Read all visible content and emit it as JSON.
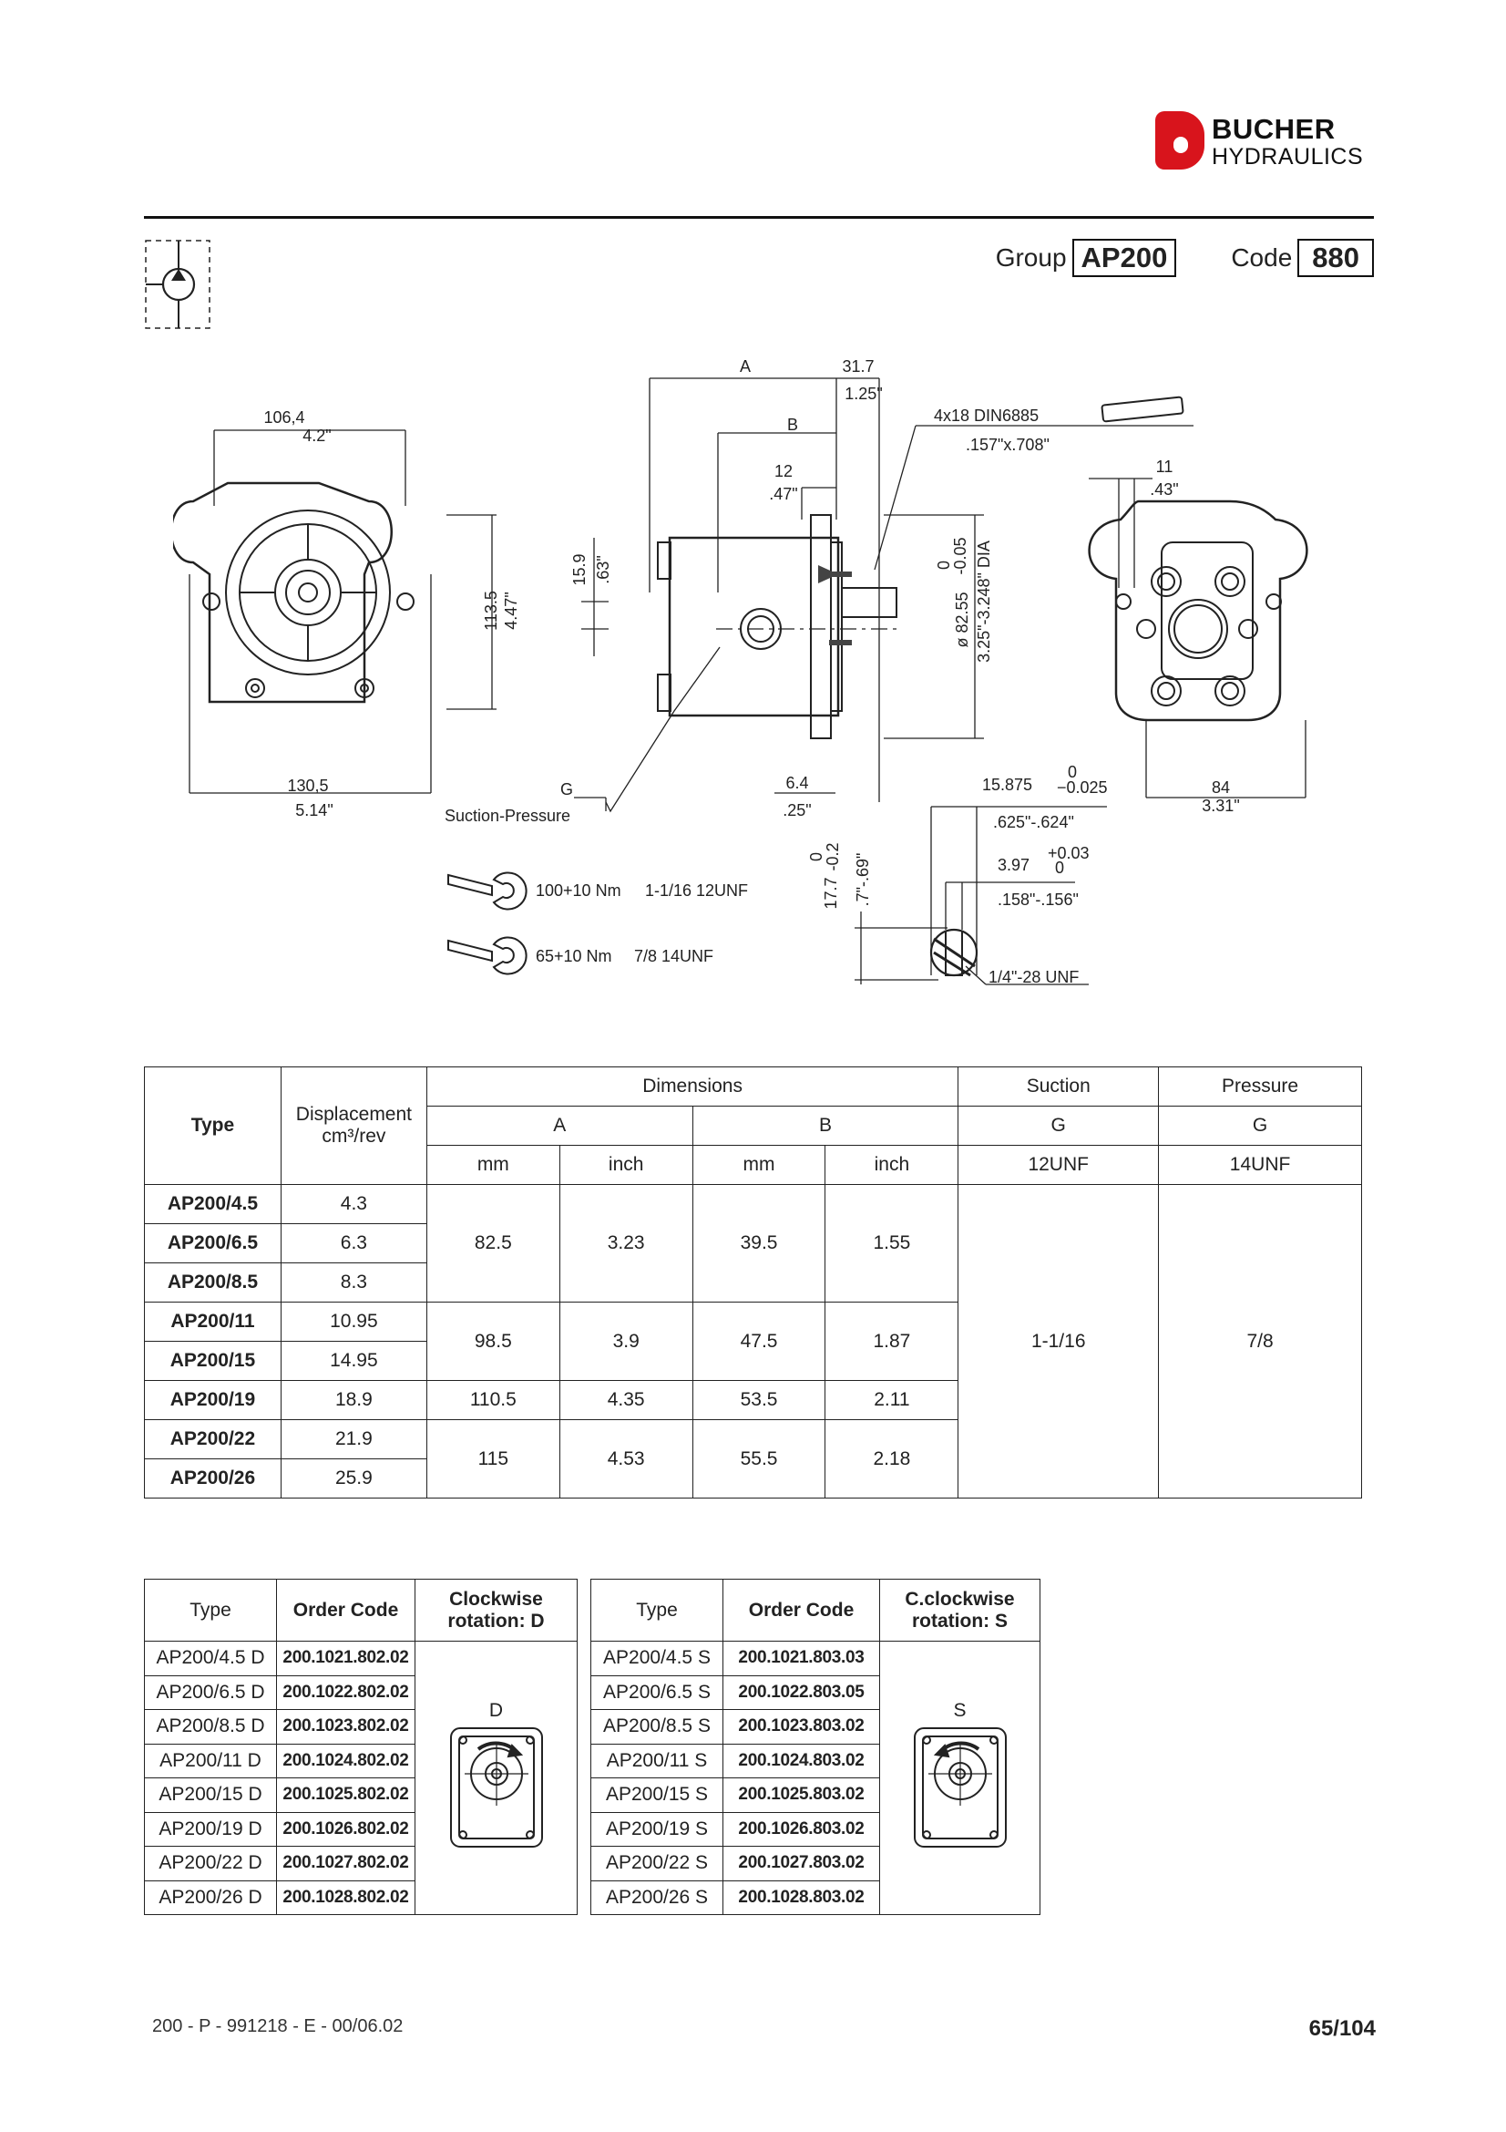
{
  "brand": {
    "line1": "BUCHER",
    "line2": "HYDRAULICS",
    "color": "#d8141c"
  },
  "header": {
    "group_label": "Group",
    "group_value": "AP200",
    "code_label": "Code",
    "code_value": "880"
  },
  "drawing": {
    "front": {
      "w1": "106,4",
      "w1i": "4.2\"",
      "h": "113.5",
      "hi": "4.47\"",
      "w2": "130,5",
      "w2i": "5.14\""
    },
    "side": {
      "a": "A",
      "a2": "31.7",
      "a2i": "1.25\"",
      "b": "B",
      "c": "12",
      "ci": ".47\"",
      "key": "4x18 DIN6885",
      "keyi": ".157\"x.708\"",
      "h1": "15.9",
      "h1i": ".63\"",
      "dia": "ø 82.55",
      "dia_tol_top": "0",
      "dia_tol_bot": "-0.05",
      "dia_i": "3.25\"-3.248\" DIA",
      "g": "G",
      "suction": "Suction-Pressure",
      "d64": "6.4",
      "d64i": ".25\""
    },
    "rear": {
      "d11": "11",
      "d11i": ".43\"",
      "d84": "84",
      "d84i": "3.31\""
    },
    "shaft": {
      "d15": "15.875",
      "d15_tol_top": "0",
      "d15_tol_bot": "−0.025",
      "d15i": ".625\"-.624\"",
      "d397": "3.97",
      "d397_tol_top": "+0.03",
      "d397_tol_bot": "0",
      "d397i": ".158\"-.156\"",
      "d177": "17.7",
      "d177_tol_top": "0",
      "d177_tol_bot": "-0.2",
      "d177i": ".7\"-.69\"",
      "thread": "1/4\"-28 UNF"
    },
    "torque1": {
      "torque": "100+10 Nm",
      "thread": "1-1/16 12UNF"
    },
    "torque2": {
      "torque": "65+10 Nm",
      "thread": "7/8 14UNF"
    }
  },
  "dim_table": {
    "h_type": "Type",
    "h_disp": "Displacement",
    "h_disp_unit": "cm³/rev",
    "h_dimensions": "Dimensions",
    "h_suction": "Suction",
    "h_pressure": "Pressure",
    "h_a": "A",
    "h_b": "B",
    "h_g1": "G",
    "h_g2": "G",
    "h_mm1": "mm",
    "h_inch1": "inch",
    "h_mm2": "mm",
    "h_inch2": "inch",
    "h_unf12": "12UNF",
    "h_unf14": "14UNF",
    "types": [
      "AP200/4.5",
      "AP200/6.5",
      "AP200/8.5",
      "AP200/11",
      "AP200/15",
      "AP200/19",
      "AP200/22",
      "AP200/26"
    ],
    "disp": [
      "4.3",
      "6.3",
      "8.3",
      "10.95",
      "14.95",
      "18.9",
      "21.9",
      "25.9"
    ],
    "g1": {
      "a_mm": "82.5",
      "a_in": "3.23",
      "b_mm": "39.5",
      "b_in": "1.55"
    },
    "g2": {
      "a_mm": "98.5",
      "a_in": "3.9",
      "b_mm": "47.5",
      "b_in": "1.87"
    },
    "g3": {
      "a_mm": "110.5",
      "a_in": "4.35",
      "b_mm": "53.5",
      "b_in": "2.11"
    },
    "g4": {
      "a_mm": "115",
      "a_in": "4.53",
      "b_mm": "55.5",
      "b_in": "2.18"
    },
    "suction": "1-1/16",
    "pressure": "7/8"
  },
  "order_left": {
    "h_type": "Type",
    "h_code": "Order Code",
    "h_rot1": "Clockwise",
    "h_rot2": "rotation: D",
    "rot_letter": "D",
    "rows": [
      {
        "type": "AP200/4.5 D",
        "code": "200.1021.802.02"
      },
      {
        "type": "AP200/6.5 D",
        "code": "200.1022.802.02"
      },
      {
        "type": "AP200/8.5 D",
        "code": "200.1023.802.02"
      },
      {
        "type": "AP200/11 D",
        "code": "200.1024.802.02"
      },
      {
        "type": "AP200/15 D",
        "code": "200.1025.802.02"
      },
      {
        "type": "AP200/19 D",
        "code": "200.1026.802.02"
      },
      {
        "type": "AP200/22 D",
        "code": "200.1027.802.02"
      },
      {
        "type": "AP200/26 D",
        "code": "200.1028.802.02"
      }
    ]
  },
  "order_right": {
    "h_type": "Type",
    "h_code": "Order Code",
    "h_rot1": "C.clockwise",
    "h_rot2": "rotation: S",
    "rot_letter": "S",
    "rows": [
      {
        "type": "AP200/4.5 S",
        "code": "200.1021.803.03"
      },
      {
        "type": "AP200/6.5 S",
        "code": "200.1022.803.05"
      },
      {
        "type": "AP200/8.5 S",
        "code": "200.1023.803.02"
      },
      {
        "type": "AP200/11 S",
        "code": "200.1024.803.02"
      },
      {
        "type": "AP200/15 S",
        "code": "200.1025.803.02"
      },
      {
        "type": "AP200/19 S",
        "code": "200.1026.803.02"
      },
      {
        "type": "AP200/22 S",
        "code": "200.1027.803.02"
      },
      {
        "type": "AP200/26 S",
        "code": "200.1028.803.02"
      }
    ]
  },
  "footer": {
    "doc": "200 - P - 991218 - E - 00/06.02",
    "page": "65/104"
  }
}
